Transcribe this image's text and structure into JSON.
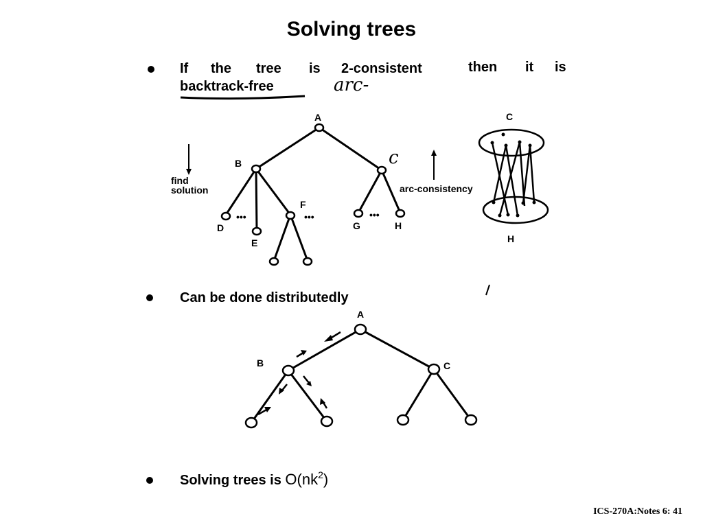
{
  "slide": {
    "title": "Solving trees",
    "footer": "ICS-270A:Notes 6: 41"
  },
  "bullets": {
    "b1_line1_words": [
      "If",
      "the",
      "tree",
      "is",
      "2-consistent",
      "then",
      "it",
      "is"
    ],
    "b1_line2": "backtrack-free",
    "b1_handwritten": "arc-",
    "b2": "Can be done distributedly",
    "b3_prefix": "Solving trees is ",
    "b3_math": "O(nk",
    "b3_sup": "2",
    "b3_close": ")"
  },
  "diagram1": {
    "nodes": [
      "A",
      "B",
      "C",
      "D",
      "E",
      "F",
      "G",
      "H"
    ],
    "handwritten_c": "c",
    "find_solution_line1": "find",
    "find_solution_line2": "solution",
    "arc_consistency": "arc-consistency",
    "domain_top": "C",
    "domain_bottom": "H",
    "dots": "•••"
  },
  "diagram2": {
    "nodes": [
      "A",
      "B",
      "C"
    ]
  }
}
